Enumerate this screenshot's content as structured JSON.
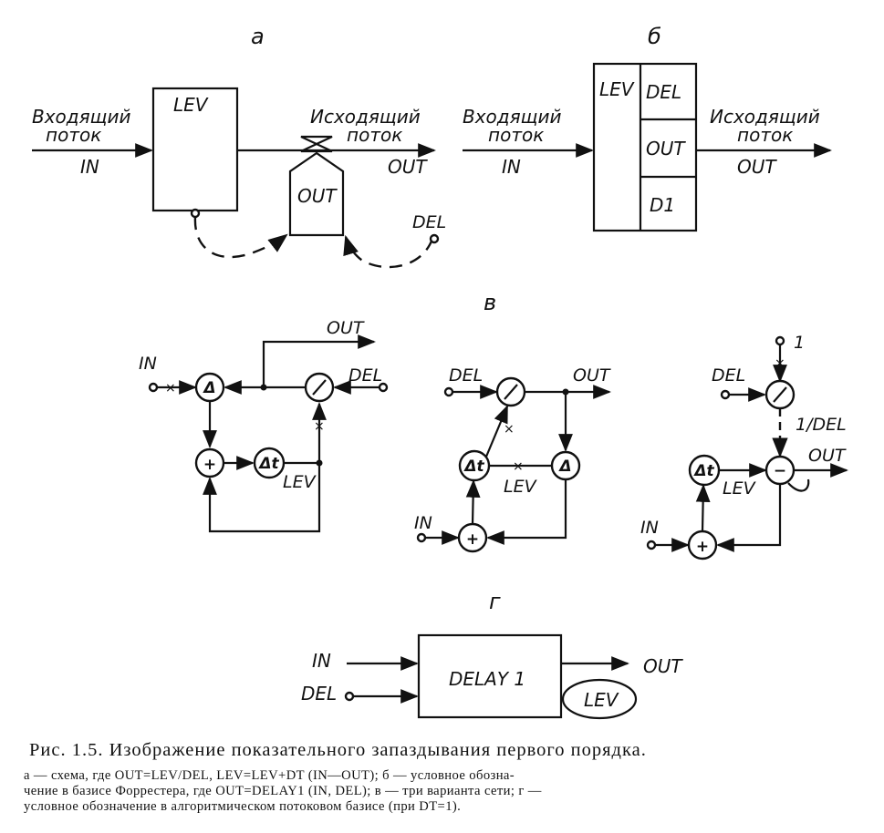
{
  "panels": {
    "a": "а",
    "b": "б",
    "v": "в",
    "g": "г"
  },
  "labels": {
    "incoming_line1": "Входящий",
    "incoming_line2": "поток",
    "outgoing_line1": "Исходящий",
    "outgoing_line2": "поток",
    "IN": "IN",
    "OUT": "OUT",
    "LEV": "LEV",
    "DEL": "DEL",
    "D1": "D1",
    "one": "1",
    "inv_del": "1/DEL",
    "delay1": "DELAY 1"
  },
  "node_symbols": {
    "delta": "Δ",
    "plus": "+",
    "minus": "−",
    "div": "/",
    "dt": "Δt"
  },
  "caption": {
    "title": "Рис. 1.5. Изображение показательного запаздывания первого порядка.",
    "line1": "а — схема, где OUT=LEV/DEL, LEV=LEV+DT (IN—OUT); б — условное обозна-",
    "line2": "чение в базисе Форрестера, где OUT=DELAY1 (IN, DEL); в — три варианта сети; г —",
    "line3": "условное обозначение в алгоритмическом потоковом базисе (при DT=1)."
  }
}
